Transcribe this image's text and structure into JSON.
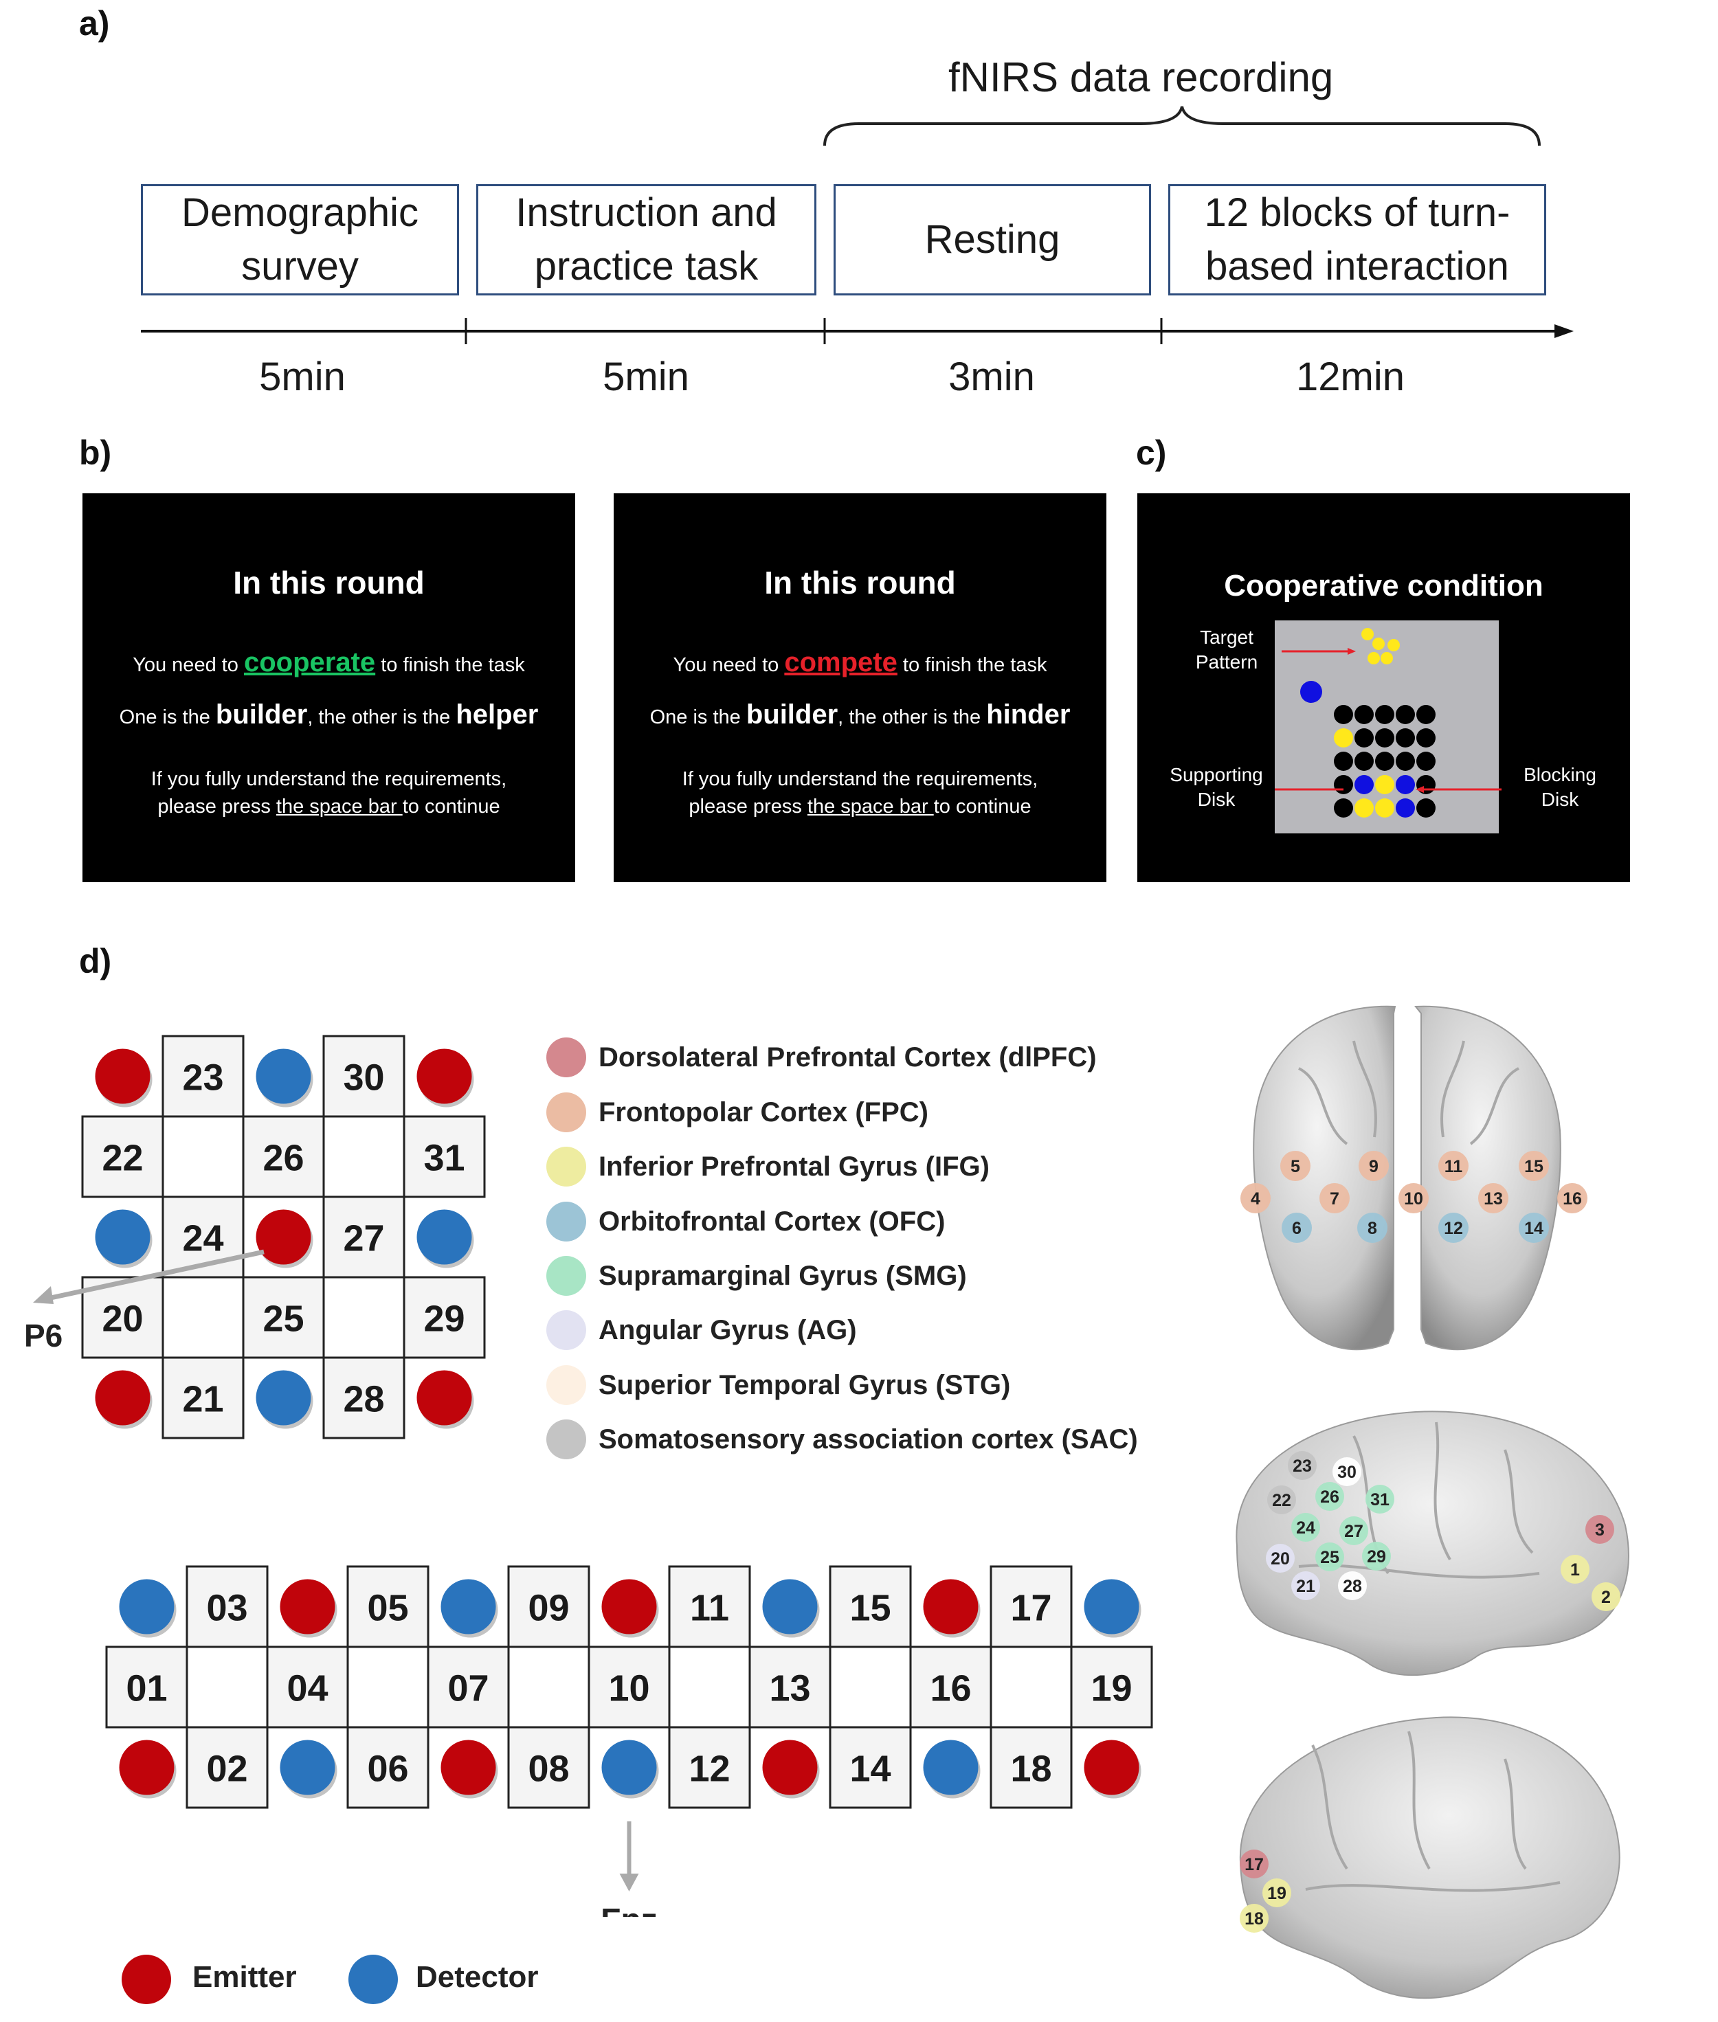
{
  "panels": {
    "a": "a)",
    "b": "b)",
    "c": "c)",
    "d": "d)"
  },
  "timeline": {
    "recording_label": "fNIRS data recording",
    "steps": [
      {
        "label": "Demographic\nsurvey",
        "duration": "5min"
      },
      {
        "label": "Instruction and\npractice task",
        "duration": "5min"
      },
      {
        "label": "Resting",
        "duration": "3min"
      },
      {
        "label": "12 blocks of turn-\nbased interaction",
        "duration": "12min"
      }
    ]
  },
  "screens": [
    {
      "title": "In this round",
      "line1_pre": "You need to ",
      "line1_word": "cooperate",
      "line1_post": " to finish the task",
      "line2_a": "One is the ",
      "line2_b": "builder",
      "line2_c": ", the other is the ",
      "line2_d": "helper",
      "line3": "If you fully understand the requirements,",
      "line4_pre": "please press ",
      "line4_link": "the space bar ",
      "line4_post": "to continue"
    },
    {
      "title": "In this round",
      "line1_pre": "You need to ",
      "line1_word": "compete",
      "line1_post": " to finish the task",
      "line2_a": "One is the ",
      "line2_b": "builder",
      "line2_c": ", the other is the ",
      "line2_d": "hinder",
      "line3": "If you fully understand the requirements,",
      "line4_pre": "please press ",
      "line4_link": "the space bar ",
      "line4_post": "to continue"
    }
  ],
  "game": {
    "title": "Cooperative condition",
    "target": "Target\nPattern",
    "supporting": "Supporting\nDisk",
    "blocking": "Blocking\nDisk"
  },
  "grid_top": {
    "rows": [
      [
        "23",
        "30"
      ],
      [
        "22",
        "26",
        "31"
      ],
      [
        "24",
        "27"
      ],
      [
        "20",
        "25",
        "29"
      ],
      [
        "21",
        "28"
      ]
    ],
    "p6": "P6"
  },
  "grid_bottom": {
    "row1": [
      "03",
      "05",
      "09",
      "11",
      "15",
      "17"
    ],
    "row2": [
      "01",
      "04",
      "07",
      "10",
      "13",
      "16",
      "19"
    ],
    "row3": [
      "02",
      "06",
      "08",
      "12",
      "14",
      "18"
    ],
    "fpz": "Fpz"
  },
  "legend": [
    {
      "label": "Dorsolateral Prefrontal Cortex (dlPFC)",
      "color": "#d4888e"
    },
    {
      "label": "Frontopolar Cortex (FPC)",
      "color": "#ebbca3"
    },
    {
      "label": "Inferior Prefrontal Gyrus (IFG)",
      "color": "#eeeca0"
    },
    {
      "label": "Orbitofrontal Cortex (OFC)",
      "color": "#9cc4d6"
    },
    {
      "label": "Supramarginal Gyrus (SMG)",
      "color": "#a8e5c5"
    },
    {
      "label": "Angular Gyrus (AG)",
      "color": "#e2e2f2"
    },
    {
      "label": "Superior Temporal Gyrus (STG)",
      "color": "#fdf0e2"
    },
    {
      "label": "Somatosensory association cortex (SAC)",
      "color": "#c4c4c4"
    }
  ],
  "emitter_legend": {
    "emitter": "Emitter",
    "detector": "Detector"
  },
  "colors": {
    "emitter": "#c0040b",
    "detector": "#2a74bd",
    "box_border": "#2f4e7e"
  },
  "brain_front": [
    {
      "n": "4",
      "c": "FPC"
    },
    {
      "n": "5",
      "c": "FPC"
    },
    {
      "n": "6",
      "c": "OFC"
    },
    {
      "n": "7",
      "c": "FPC"
    },
    {
      "n": "8",
      "c": "OFC"
    },
    {
      "n": "9",
      "c": "FPC"
    },
    {
      "n": "10",
      "c": "FPC"
    },
    {
      "n": "11",
      "c": "FPC"
    },
    {
      "n": "12",
      "c": "OFC"
    },
    {
      "n": "13",
      "c": "FPC"
    },
    {
      "n": "14",
      "c": "OFC"
    },
    {
      "n": "15",
      "c": "FPC"
    },
    {
      "n": "16",
      "c": "FPC"
    }
  ],
  "brain_right": [
    {
      "n": "23",
      "c": "SAC"
    },
    {
      "n": "30",
      "c": "white"
    },
    {
      "n": "22",
      "c": "SAC"
    },
    {
      "n": "26",
      "c": "SMG"
    },
    {
      "n": "31",
      "c": "SMG"
    },
    {
      "n": "24",
      "c": "SMG"
    },
    {
      "n": "27",
      "c": "SMG"
    },
    {
      "n": "20",
      "c": "AG"
    },
    {
      "n": "25",
      "c": "SMG"
    },
    {
      "n": "29",
      "c": "SMG"
    },
    {
      "n": "21",
      "c": "AG"
    },
    {
      "n": "28",
      "c": "white"
    },
    {
      "n": "3",
      "c": "dlPFC"
    },
    {
      "n": "1",
      "c": "IFG"
    },
    {
      "n": "2",
      "c": "IFG"
    }
  ],
  "brain_left": [
    {
      "n": "17",
      "c": "dlPFC"
    },
    {
      "n": "19",
      "c": "IFG"
    },
    {
      "n": "18",
      "c": "IFG"
    }
  ]
}
